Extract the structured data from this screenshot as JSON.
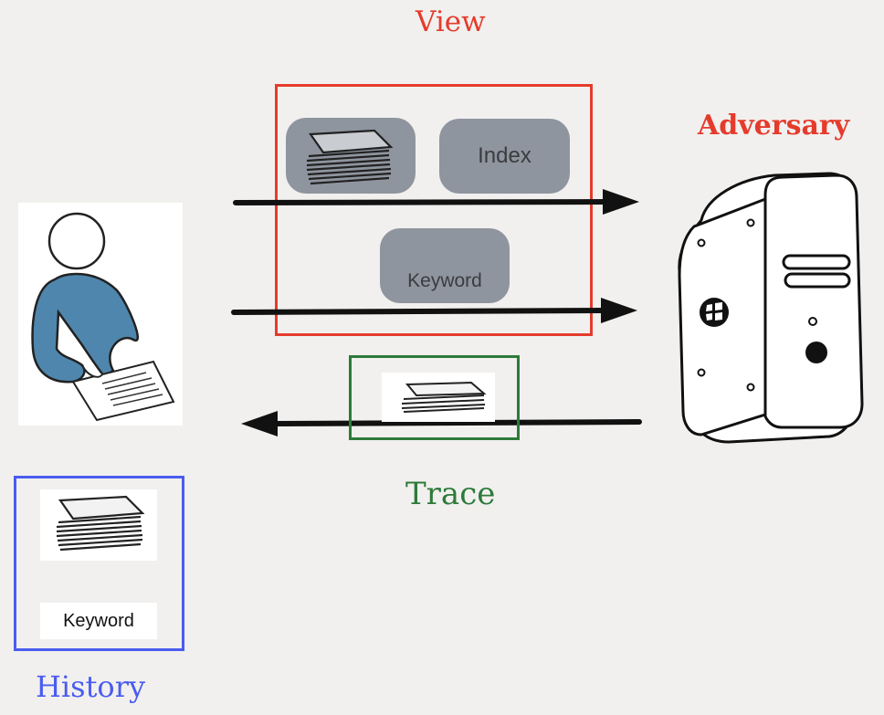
{
  "labels": {
    "view": "View",
    "adversary": "Adversary",
    "trace": "Trace",
    "history": "History"
  },
  "pills": {
    "index": "Index",
    "keyword": "Keyword"
  },
  "history_box": {
    "keyword": "Keyword"
  },
  "colors": {
    "view": "#e53b2c",
    "trace": "#2e7a3a",
    "history": "#4b5cf0",
    "pill": "#8f959f",
    "arrow": "#111111"
  },
  "icons": [
    "user-writing-icon",
    "document-stack-icon",
    "server-tower-icon",
    "windows-logo-icon"
  ]
}
